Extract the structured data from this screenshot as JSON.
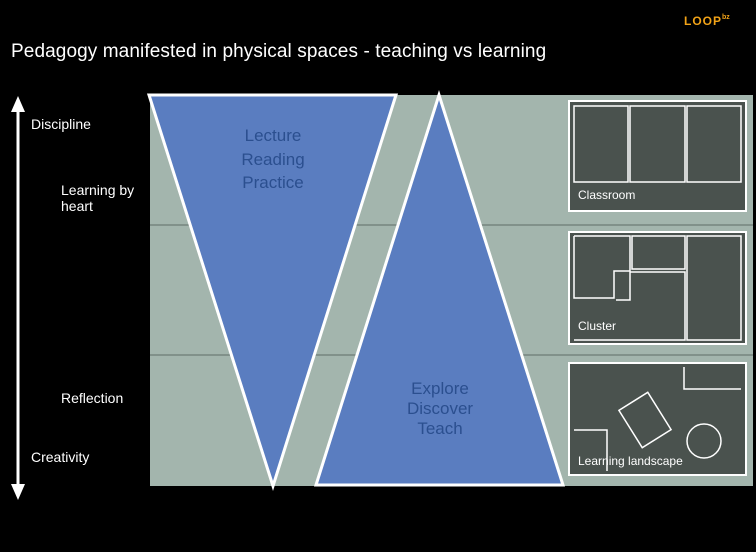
{
  "title": "Pedagogy manifested in physical spaces - teaching vs learning",
  "logo": {
    "text": "LOOP",
    "suffix": "bz"
  },
  "axis": {
    "labels": [
      "Discipline",
      "Learning by heart",
      "Reflection",
      "Creativity"
    ]
  },
  "teaching": {
    "lines": [
      "Lecture",
      "Reading",
      "Practice"
    ]
  },
  "learning": {
    "lines": [
      "Explore",
      "Discover",
      "Teach"
    ]
  },
  "spaces": {
    "classroom": "Classroom",
    "cluster": "Cluster",
    "landscape": "Learning landscape"
  },
  "colors": {
    "background": "#000000",
    "panel": "#a3b5ad",
    "triangle": "#5a7dc0",
    "room": "#4a524e",
    "logo": "#f2a317"
  }
}
